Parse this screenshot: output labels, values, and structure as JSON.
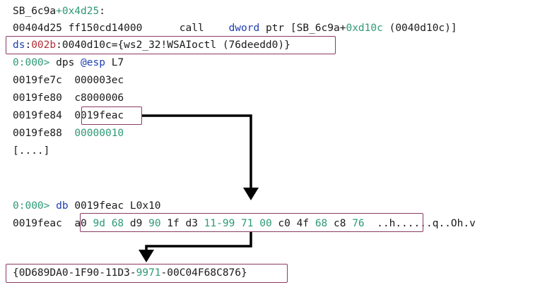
{
  "lines": {
    "label": "SB_6c9a",
    "label_plus": "+",
    "label_off": "0x4d25",
    "label_colon": ":",
    "l2_addr": "00404d25",
    "l2_bytes": "ff150cd14000",
    "l2_mn": "call",
    "l2_kw": "dword",
    "l2_ptr": "ptr [SB_6c9a+",
    "l2_off": "0xd10c",
    "l2_tail": " (0040d10c)]",
    "l3_ds": "ds",
    "l3_colon": ":",
    "l3_seg": "002b",
    "l3_rest": ":0040d10c={ws2_32!WSAIoctl (76deedd0)}",
    "p1_prompt": "0:000>",
    "p1_cmd": " dps ",
    "p1_reg": "@esp",
    "p1_arg": " L7",
    "s1_addr": "0019fe7c",
    "s1_val": "000003ec",
    "s2_addr": "0019fe80",
    "s2_val": "c8000006",
    "s3_addr": "0019fe84",
    "s3_val": "0019feac",
    "s4_addr": "0019fe88",
    "s4_val": "00000010",
    "ellipsis": "[....]",
    "p2_prompt": "0:000>",
    "p2_cmd": " db",
    "p2_arg": " 0019feac L0x10",
    "db_addr": "0019feac",
    "db_b1": "a0 ",
    "db_b2": "9d 68",
    "db_b3": " d9 ",
    "db_b4": "90",
    "db_b5": " 1f d3 ",
    "db_b6": "11-99 71 00",
    "db_b7": " c0 4f ",
    "db_b8": "68",
    "db_b9": " c8 ",
    "db_b10": "76",
    "db_ascii": "..h......q..Oh.v",
    "guid_a": "{0D689DA0-1F90-11D3-",
    "guid_b": "9971",
    "guid_c": "-00C04F68C876}"
  },
  "colors": {
    "green": "#2e9a74",
    "blue": "#1f3fb0",
    "red": "#b0303a",
    "box": "#8a3a63"
  }
}
